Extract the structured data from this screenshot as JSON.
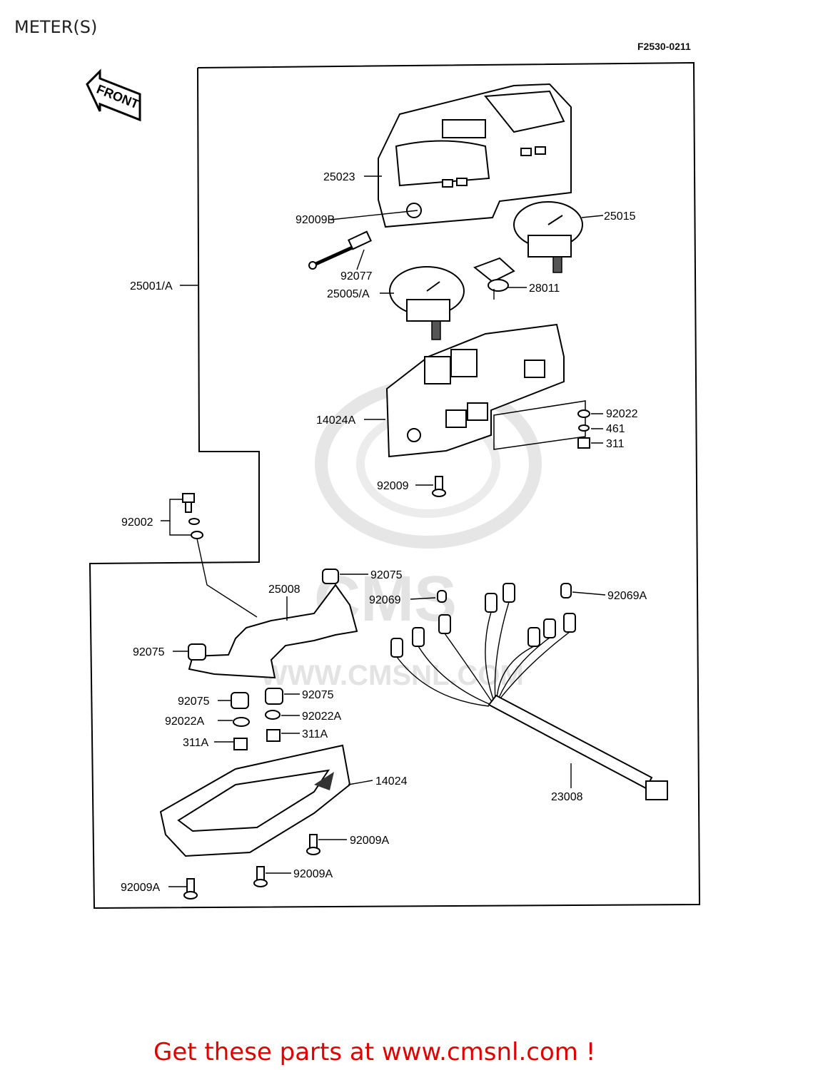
{
  "title": "METER(S)",
  "diagram_code": "F2530-0211",
  "front_label": "FRONT",
  "watermark": {
    "logo_text": "CMS",
    "url": "WWW.CMSNL.COM"
  },
  "promo": "Get these parts at www.cmsnl.com !",
  "parts": [
    {
      "id": "p25023",
      "label": "25023"
    },
    {
      "id": "p92009B",
      "label": "92009B"
    },
    {
      "id": "p25015",
      "label": "25015"
    },
    {
      "id": "p25001A",
      "label": "25001/A"
    },
    {
      "id": "p92077",
      "label": "92077"
    },
    {
      "id": "p25005A",
      "label": "25005/A"
    },
    {
      "id": "p28011",
      "label": "28011"
    },
    {
      "id": "p14024A",
      "label": "14024A"
    },
    {
      "id": "p92022",
      "label": "92022"
    },
    {
      "id": "p461",
      "label": "461"
    },
    {
      "id": "p311",
      "label": "311"
    },
    {
      "id": "p92009",
      "label": "92009"
    },
    {
      "id": "p92002",
      "label": "92002"
    },
    {
      "id": "p92075a",
      "label": "92075"
    },
    {
      "id": "p25008",
      "label": "25008"
    },
    {
      "id": "p92069",
      "label": "92069"
    },
    {
      "id": "p92069A",
      "label": "92069A"
    },
    {
      "id": "p92075b",
      "label": "92075"
    },
    {
      "id": "p92075c",
      "label": "92075"
    },
    {
      "id": "p92075d",
      "label": "92075"
    },
    {
      "id": "p92022Aa",
      "label": "92022A"
    },
    {
      "id": "p92022Ab",
      "label": "92022A"
    },
    {
      "id": "p311Aa",
      "label": "311A"
    },
    {
      "id": "p311Ab",
      "label": "311A"
    },
    {
      "id": "p14024",
      "label": "14024"
    },
    {
      "id": "p23008",
      "label": "23008"
    },
    {
      "id": "p92009Aa",
      "label": "92009A"
    },
    {
      "id": "p92009Ab",
      "label": "92009A"
    },
    {
      "id": "p92009Ac",
      "label": "92009A"
    }
  ]
}
